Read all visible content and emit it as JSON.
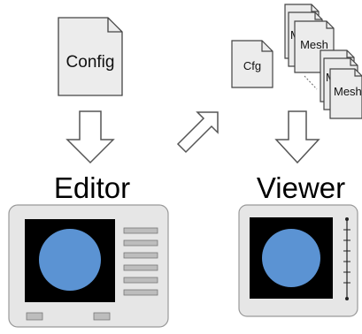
{
  "editor_side": {
    "config_doc": {
      "label": "Config",
      "icon": "document-icon"
    },
    "arrow": {
      "icon": "hollow-down-arrow-icon"
    },
    "title": "Editor",
    "window": {
      "screen_color": "#000000",
      "circle_color": "#5b93d3",
      "frame_color": "#e6e6e6",
      "menu_items_count": 6
    }
  },
  "middle": {
    "arrow": {
      "icon": "hollow-diagonal-arrow-icon"
    }
  },
  "viewer_side": {
    "cfg_doc": {
      "label": "Cfg",
      "icon": "document-icon"
    },
    "mesh_stack_top": {
      "front_label": "Mesh",
      "peek_label": "M"
    },
    "mesh_stack_bottom": {
      "front_label": "Mesh",
      "peek_label": "M"
    },
    "arrow": {
      "icon": "hollow-down-arrow-icon"
    },
    "title": "Viewer",
    "window": {
      "screen_color": "#000000",
      "circle_color": "#5b93d3",
      "frame_color": "#e6e6e6"
    }
  }
}
